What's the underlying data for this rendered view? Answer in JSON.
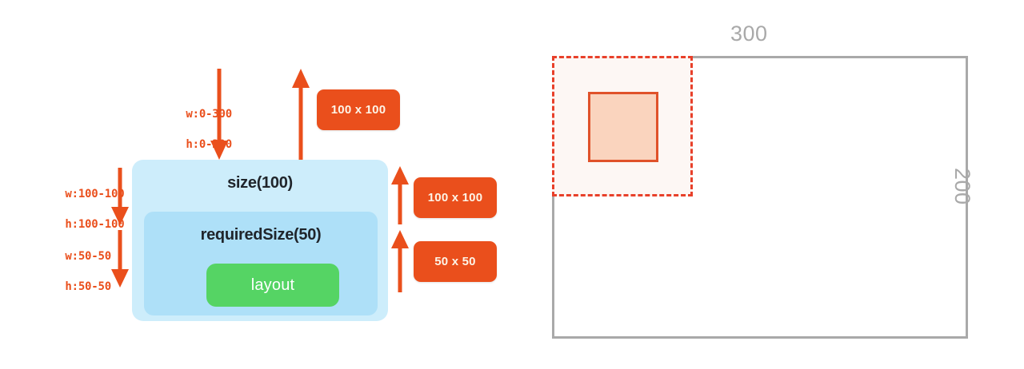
{
  "colors": {
    "orange": "#ea4f1c",
    "orange_dash": "#e8402a",
    "orange_square_border": "#e0522a",
    "orange_square_fill": "#fad4be",
    "blue_outer": "#cdedfb",
    "blue_inner": "#aee0f8",
    "green": "#55d464",
    "gray_rect": "#a9a9a9",
    "gray_text": "#a9a9a9",
    "dark_text": "#20252b",
    "badge_text": "#fdf4e7"
  },
  "left_diagram": {
    "constraint_labels": [
      {
        "id": "top-constraint",
        "line1": "w:0-300",
        "line2": "h:0-200"
      },
      {
        "id": "outer-constraint",
        "line1": "w:100-100",
        "line2": "h:100-100"
      },
      {
        "id": "inner-constraint",
        "line1": "w:50-50",
        "line2": "h:50-50"
      }
    ],
    "boxes": {
      "outer_label": "size(100)",
      "inner_label": "requiredSize(50)",
      "button_label": "layout"
    },
    "size_badges": [
      {
        "id": "badge-top",
        "text": "100 x 100"
      },
      {
        "id": "badge-outer",
        "text": "100 x 100"
      },
      {
        "id": "badge-inner",
        "text": "50 x 50"
      }
    ],
    "arrows": [
      {
        "id": "arrow-constraint-down",
        "direction": "down"
      },
      {
        "id": "arrow-size-up",
        "direction": "up"
      },
      {
        "id": "arrow-outer-constraint-down",
        "direction": "down"
      },
      {
        "id": "arrow-inner-constraint-down",
        "direction": "down"
      },
      {
        "id": "arrow-outer-size-up",
        "direction": "up"
      },
      {
        "id": "arrow-inner-size-up",
        "direction": "up"
      }
    ]
  },
  "right_diagram": {
    "width_label": "300",
    "height_label": "200",
    "viewport_name": "available-area",
    "constraint_name": "constraint-box",
    "content_name": "laid-out-content"
  }
}
